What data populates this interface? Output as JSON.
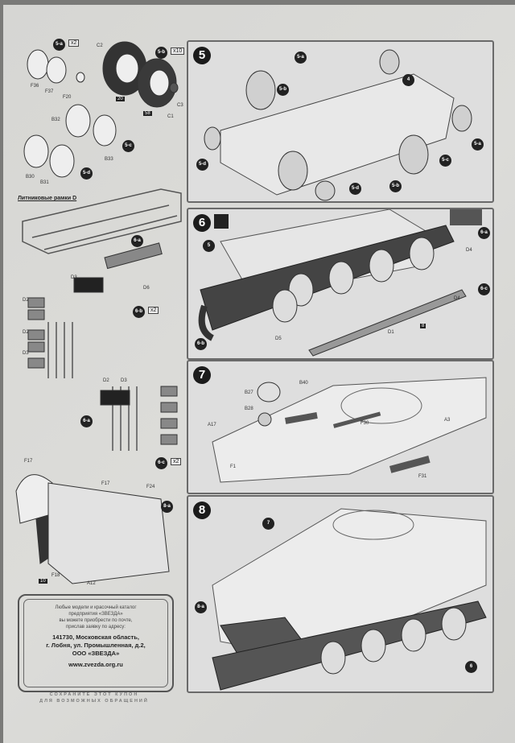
{
  "left_column": {
    "wheels": {
      "tag_5a": "5-a",
      "mult_5a": "x2",
      "tag_5b": "5-b",
      "mult_5b": "x10",
      "tag_5c": "5-c",
      "tag_5d": "5-d",
      "parts": [
        "F36",
        "F37",
        "F20",
        "C2",
        "C1",
        "C3",
        "B32",
        "B33",
        "B30",
        "B31"
      ],
      "star_20": "20",
      "star_58": "58"
    },
    "sprue_title": "Литниковые рамки D",
    "tracks": {
      "tag_6a": "6-a",
      "tag_6b": "6-b",
      "mult_6b": "x2",
      "tag_6c": "6-c",
      "mult_6c": "x2",
      "tag_6a2": "6-a",
      "parts": [
        "D2",
        "D3",
        "D6",
        "D2",
        "D3",
        "D2",
        "D3"
      ]
    },
    "fenders": {
      "tag_8a": "8-a",
      "star_10": "10",
      "parts": [
        "F17",
        "F17",
        "F24",
        "F18",
        "A12"
      ]
    }
  },
  "coupon": {
    "line1": "Любые модели и красочный каталог",
    "line2": "предприятия «ЗВЕЗДА»",
    "line3": "вы можете приобрести по почте,",
    "line4": "прислав заявку по адресу:",
    "addr1": "141730, Московская область,",
    "addr2": "г. Лобня, ул. Промышленная, д.2,",
    "addr3": "ООО «ЗВЕЗДА»",
    "url": "www.zvezda.org.ru",
    "keep1": "СОХРАНИТЕ ЭТОТ КУПОН",
    "keep2": "ДЛЯ ВОЗМОЖНЫХ ОБРАЩЕНИЙ"
  },
  "steps": [
    {
      "number": "5",
      "tags": [
        "5-a",
        "5-b",
        "4",
        "5-c",
        "5-a",
        "5-d",
        "5-b",
        "5-d"
      ]
    },
    {
      "number": "6",
      "tags": [
        "5",
        "6-a",
        "6-c",
        "6-b"
      ],
      "parts": [
        "D4",
        "D4",
        "D1",
        "D5"
      ],
      "star": "8"
    },
    {
      "number": "7",
      "parts": [
        "B27",
        "B28",
        "B40",
        "F30",
        "A3",
        "A17",
        "F1",
        "F31"
      ]
    },
    {
      "number": "8",
      "tags": [
        "7",
        "8-a",
        "6"
      ]
    }
  ]
}
